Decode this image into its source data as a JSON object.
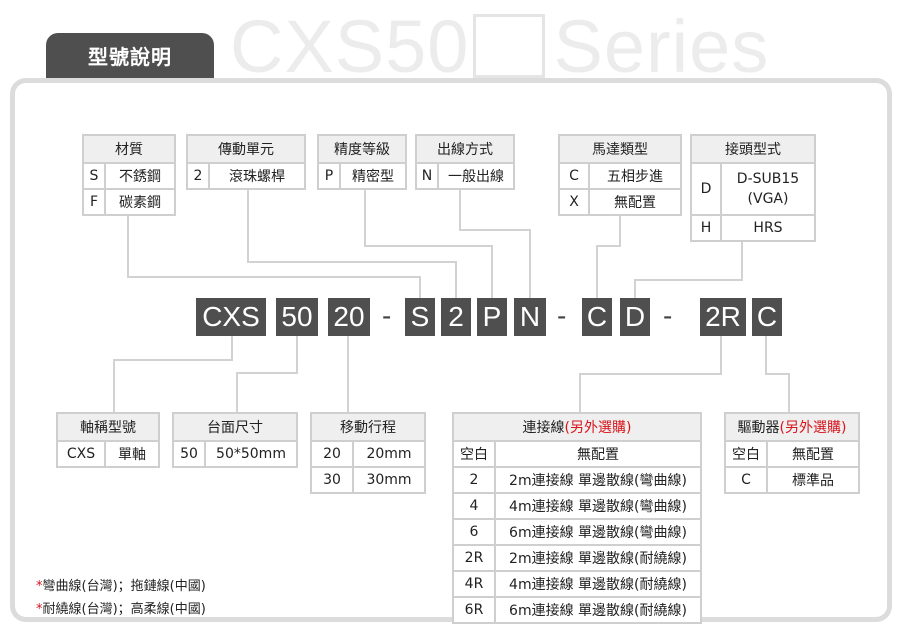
{
  "header": {
    "title": "型號說明",
    "series_prefix": "CXS50",
    "series_suffix": "Series"
  },
  "options_top": {
    "material": {
      "title": "材質",
      "rows": [
        [
          "S",
          "不銹鋼"
        ],
        [
          "F",
          "碳素鋼"
        ]
      ]
    },
    "drive": {
      "title": "傳動單元",
      "rows": [
        [
          "2",
          "滾珠螺桿"
        ]
      ]
    },
    "accuracy": {
      "title": "精度等級",
      "rows": [
        [
          "P",
          "精密型"
        ]
      ]
    },
    "outlet": {
      "title": "出線方式",
      "rows": [
        [
          "N",
          "一般出線"
        ]
      ]
    },
    "motor": {
      "title": "馬達類型",
      "rows": [
        [
          "C",
          "五相步進"
        ],
        [
          "X",
          "無配置"
        ]
      ]
    },
    "connector": {
      "title": "接頭型式",
      "rows": [
        [
          "D",
          "D-SUB15\n(VGA)"
        ],
        [
          "H",
          "HRS"
        ]
      ]
    }
  },
  "code": {
    "parts": [
      "CXS",
      "50",
      "20",
      "S",
      "2",
      "P",
      "N",
      "C",
      "D",
      "2R",
      "C"
    ],
    "dash": "-"
  },
  "options_bottom": {
    "axis": {
      "title": "軸稱型號",
      "rows": [
        [
          "CXS",
          "單軸"
        ]
      ]
    },
    "table_size": {
      "title": "台面尺寸",
      "rows": [
        [
          "50",
          "50*50mm"
        ]
      ]
    },
    "stroke": {
      "title": "移動行程",
      "rows": [
        [
          "20",
          "20mm"
        ],
        [
          "30",
          "30mm"
        ]
      ]
    },
    "cable": {
      "title": "連接線",
      "title_note": "(另外選購)",
      "rows": [
        [
          "空白",
          "無配置"
        ],
        [
          "2",
          "2m連接線 單邊散線(彎曲線)"
        ],
        [
          "4",
          "4m連接線 單邊散線(彎曲線)"
        ],
        [
          "6",
          "6m連接線 單邊散線(彎曲線)"
        ],
        [
          "2R",
          "2m連接線 單邊散線(耐繞線)"
        ],
        [
          "4R",
          "4m連接線 單邊散線(耐繞線)"
        ],
        [
          "6R",
          "6m連接線 單邊散線(耐繞線)"
        ]
      ]
    },
    "driver": {
      "title": "驅動器",
      "title_note": "(另外選購)",
      "rows": [
        [
          "空白",
          "無配置"
        ],
        [
          "C",
          "標準品"
        ]
      ]
    }
  },
  "notes": [
    {
      "star": "*",
      "text": "彎曲線(台灣)；拖鏈線(中國)"
    },
    {
      "star": "*",
      "text": "耐繞線(台灣)；高柔線(中國)"
    }
  ],
  "colors": {
    "code_bg": "#4f4f4f",
    "frame": "#dcdcdc",
    "accent_red": "#d8141c",
    "header_bg": "#efefef"
  }
}
